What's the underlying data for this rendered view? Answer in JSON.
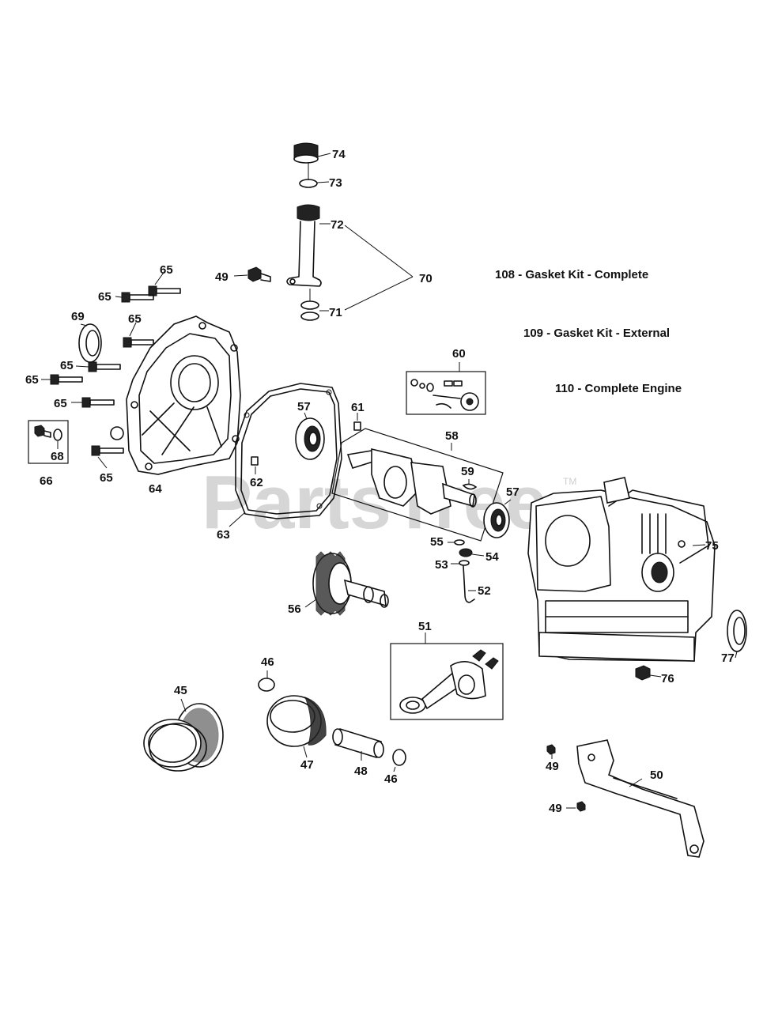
{
  "watermark": {
    "text": "PartsTree",
    "trademark": "TM"
  },
  "notes": [
    "108 - Gasket Kit - Complete",
    "109 - Gasket Kit - External",
    "110 - Complete Engine"
  ],
  "callouts": {
    "c74": "74",
    "c73": "73",
    "c72": "72",
    "c70": "70",
    "c71": "71",
    "c49a": "49",
    "c65a": "65",
    "c65b": "65",
    "c65c": "65",
    "c65d": "65",
    "c65e": "65",
    "c65f": "65",
    "c65g": "65",
    "c69": "69",
    "c66": "66",
    "c68": "68",
    "c64": "64",
    "c63": "63",
    "c62": "62",
    "c61": "61",
    "c57a": "57",
    "c57b": "57",
    "c60": "60",
    "c58": "58",
    "c59": "59",
    "c55": "55",
    "c54": "54",
    "c53": "53",
    "c52": "52",
    "c56": "56",
    "c75": "75",
    "c77": "77",
    "c76": "76",
    "c51": "51",
    "c46a": "46",
    "c46b": "46",
    "c45": "45",
    "c47": "47",
    "c48": "48",
    "c49b": "49",
    "c49c": "49",
    "c50": "50"
  }
}
